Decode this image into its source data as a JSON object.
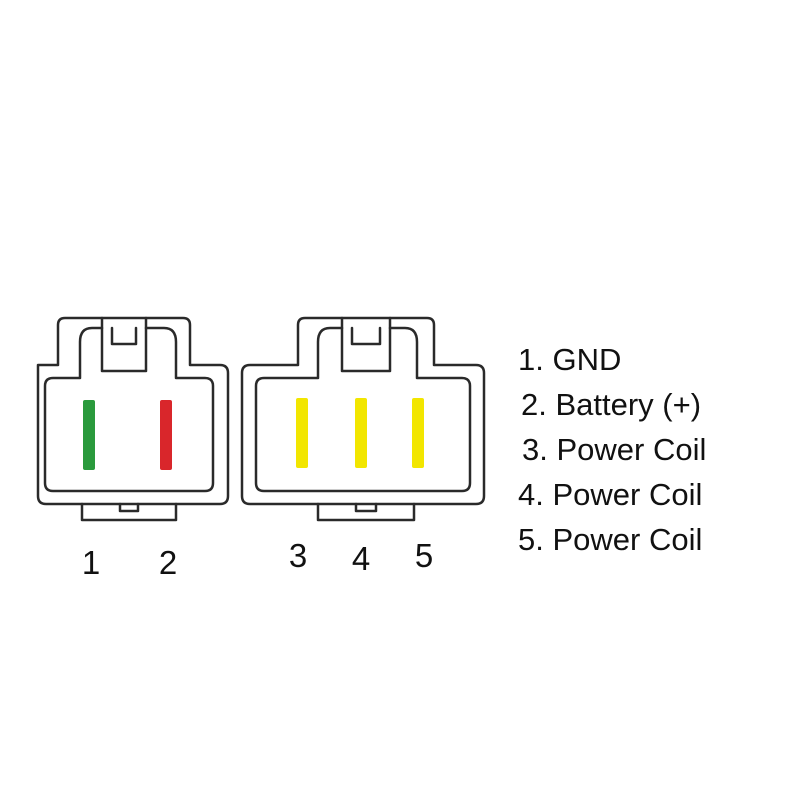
{
  "connectors": [
    {
      "pins": [
        {
          "number": "1",
          "color": "#2a9a3c"
        },
        {
          "number": "2",
          "color": "#d9262b"
        }
      ]
    },
    {
      "pins": [
        {
          "number": "3",
          "color": "#f2e600"
        },
        {
          "number": "4",
          "color": "#f2e600"
        },
        {
          "number": "5",
          "color": "#f2e600"
        }
      ]
    }
  ],
  "legend": [
    "1. GND",
    "2. Battery (+)",
    "3. Power Coil",
    "4. Power Coil",
    "5. Power Coil"
  ]
}
